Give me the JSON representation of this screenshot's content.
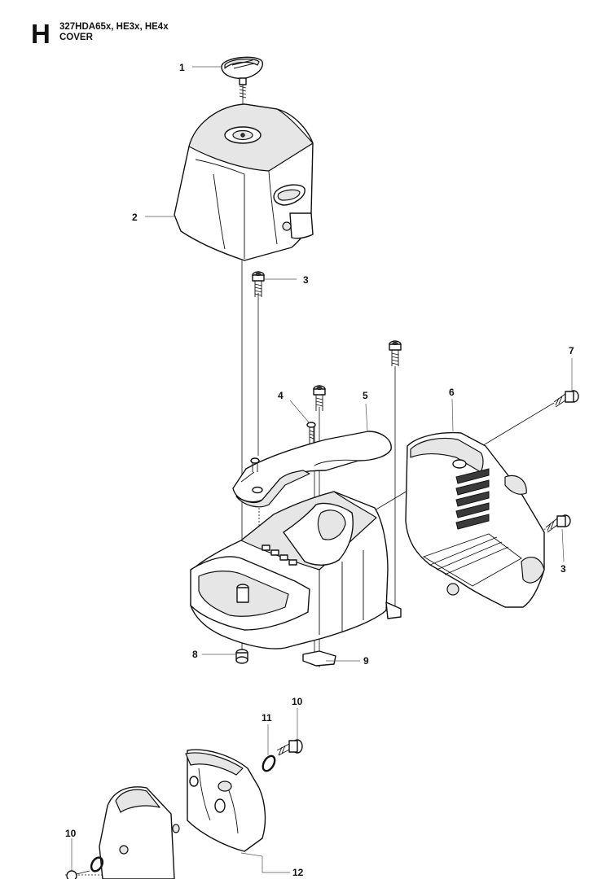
{
  "header": {
    "section_letter": "H",
    "model_line": "327HDA65x, HE3x, HE4x",
    "title": "COVER"
  },
  "callouts": [
    {
      "id": "callout-1",
      "label": "1"
    },
    {
      "id": "callout-2",
      "label": "2"
    },
    {
      "id": "callout-3a",
      "label": "3"
    },
    {
      "id": "callout-7",
      "label": "7"
    },
    {
      "id": "callout-4",
      "label": "4"
    },
    {
      "id": "callout-5",
      "label": "5"
    },
    {
      "id": "callout-6",
      "label": "6"
    },
    {
      "id": "callout-3b",
      "label": "3"
    },
    {
      "id": "callout-8",
      "label": "8"
    },
    {
      "id": "callout-9",
      "label": "9"
    },
    {
      "id": "callout-10a",
      "label": "10"
    },
    {
      "id": "callout-11",
      "label": "11"
    },
    {
      "id": "callout-10b",
      "label": "10"
    },
    {
      "id": "callout-12",
      "label": "12"
    }
  ]
}
